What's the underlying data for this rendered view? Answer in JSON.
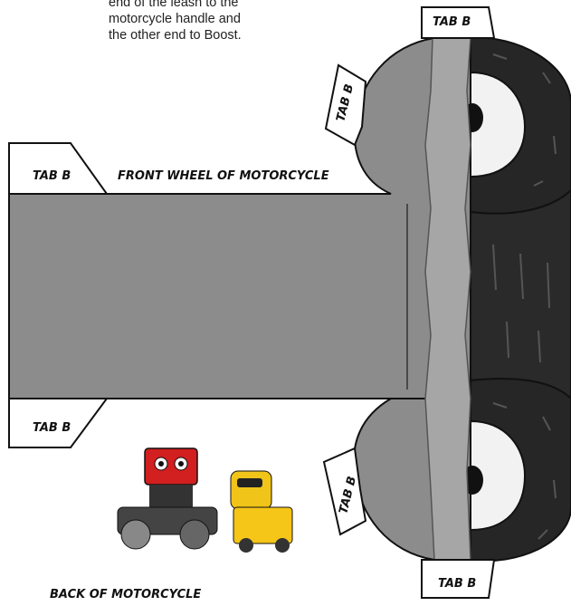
{
  "instructions": {
    "line1": "end of the leash to the",
    "line2": "motorcycle handle and",
    "line3": "the other end to Boost."
  },
  "labels": {
    "tab_top_right": "TAB B",
    "tab_left_wheel_top": "TAB B",
    "tab_left_upper": "TAB B",
    "front_wheel": "FRONT WHEEL OF MOTORCYCLE",
    "tab_left_lower": "TAB B",
    "tab_left_wheel_bottom": "TAB B",
    "tab_bottom_right": "TAB B",
    "back_wheel": "BACK OF MOTORCYCLE"
  },
  "colors": {
    "strip_gray": "#8c8c8c",
    "stripe_light": "#a6a6a6",
    "tire_black": "#262626",
    "outline": "#111111"
  }
}
